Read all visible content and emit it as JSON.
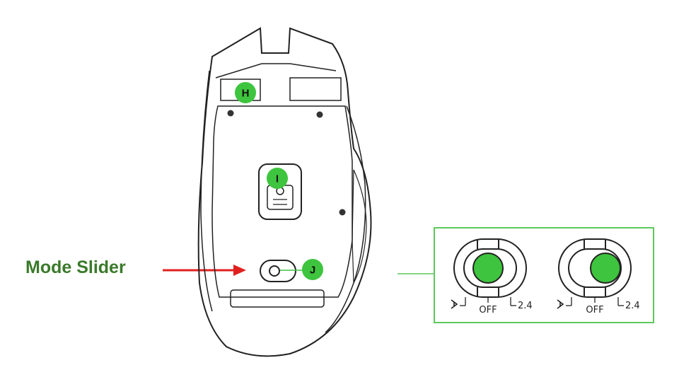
{
  "caption": {
    "mode_slider": "Mode Slider"
  },
  "markers": {
    "h": "H",
    "i": "I",
    "j": "J"
  },
  "slider_positions": {
    "bluetooth_icon": "bluetooth-icon",
    "off": "OFF",
    "wireless": "2.4"
  },
  "colors": {
    "marker_green": "#3ec43e",
    "arrow_red": "#e02020",
    "caption_green": "#3a7a2a",
    "inset_border": "#5cc85c"
  }
}
